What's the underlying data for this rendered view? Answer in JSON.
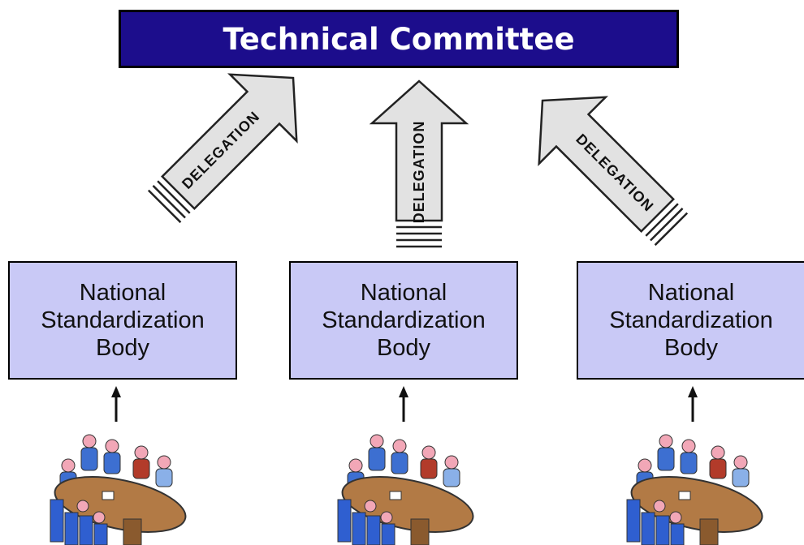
{
  "committee": {
    "label": "Technical Committee"
  },
  "arrows": [
    {
      "label": "DELEGATION"
    },
    {
      "label": "DELEGATION"
    },
    {
      "label": "DELEGATION"
    }
  ],
  "bodies": [
    {
      "line1": "National",
      "line2": "Standardization",
      "line3": "Body"
    },
    {
      "line1": "National",
      "line2": "Standardization",
      "line3": "Body"
    },
    {
      "line1": "National",
      "line2": "Standardization",
      "line3": "Body"
    }
  ],
  "colors": {
    "committee_fill": "#1c0d8c",
    "body_fill": "#c9c9f6",
    "arrow_fill": "#e2e2e2"
  }
}
